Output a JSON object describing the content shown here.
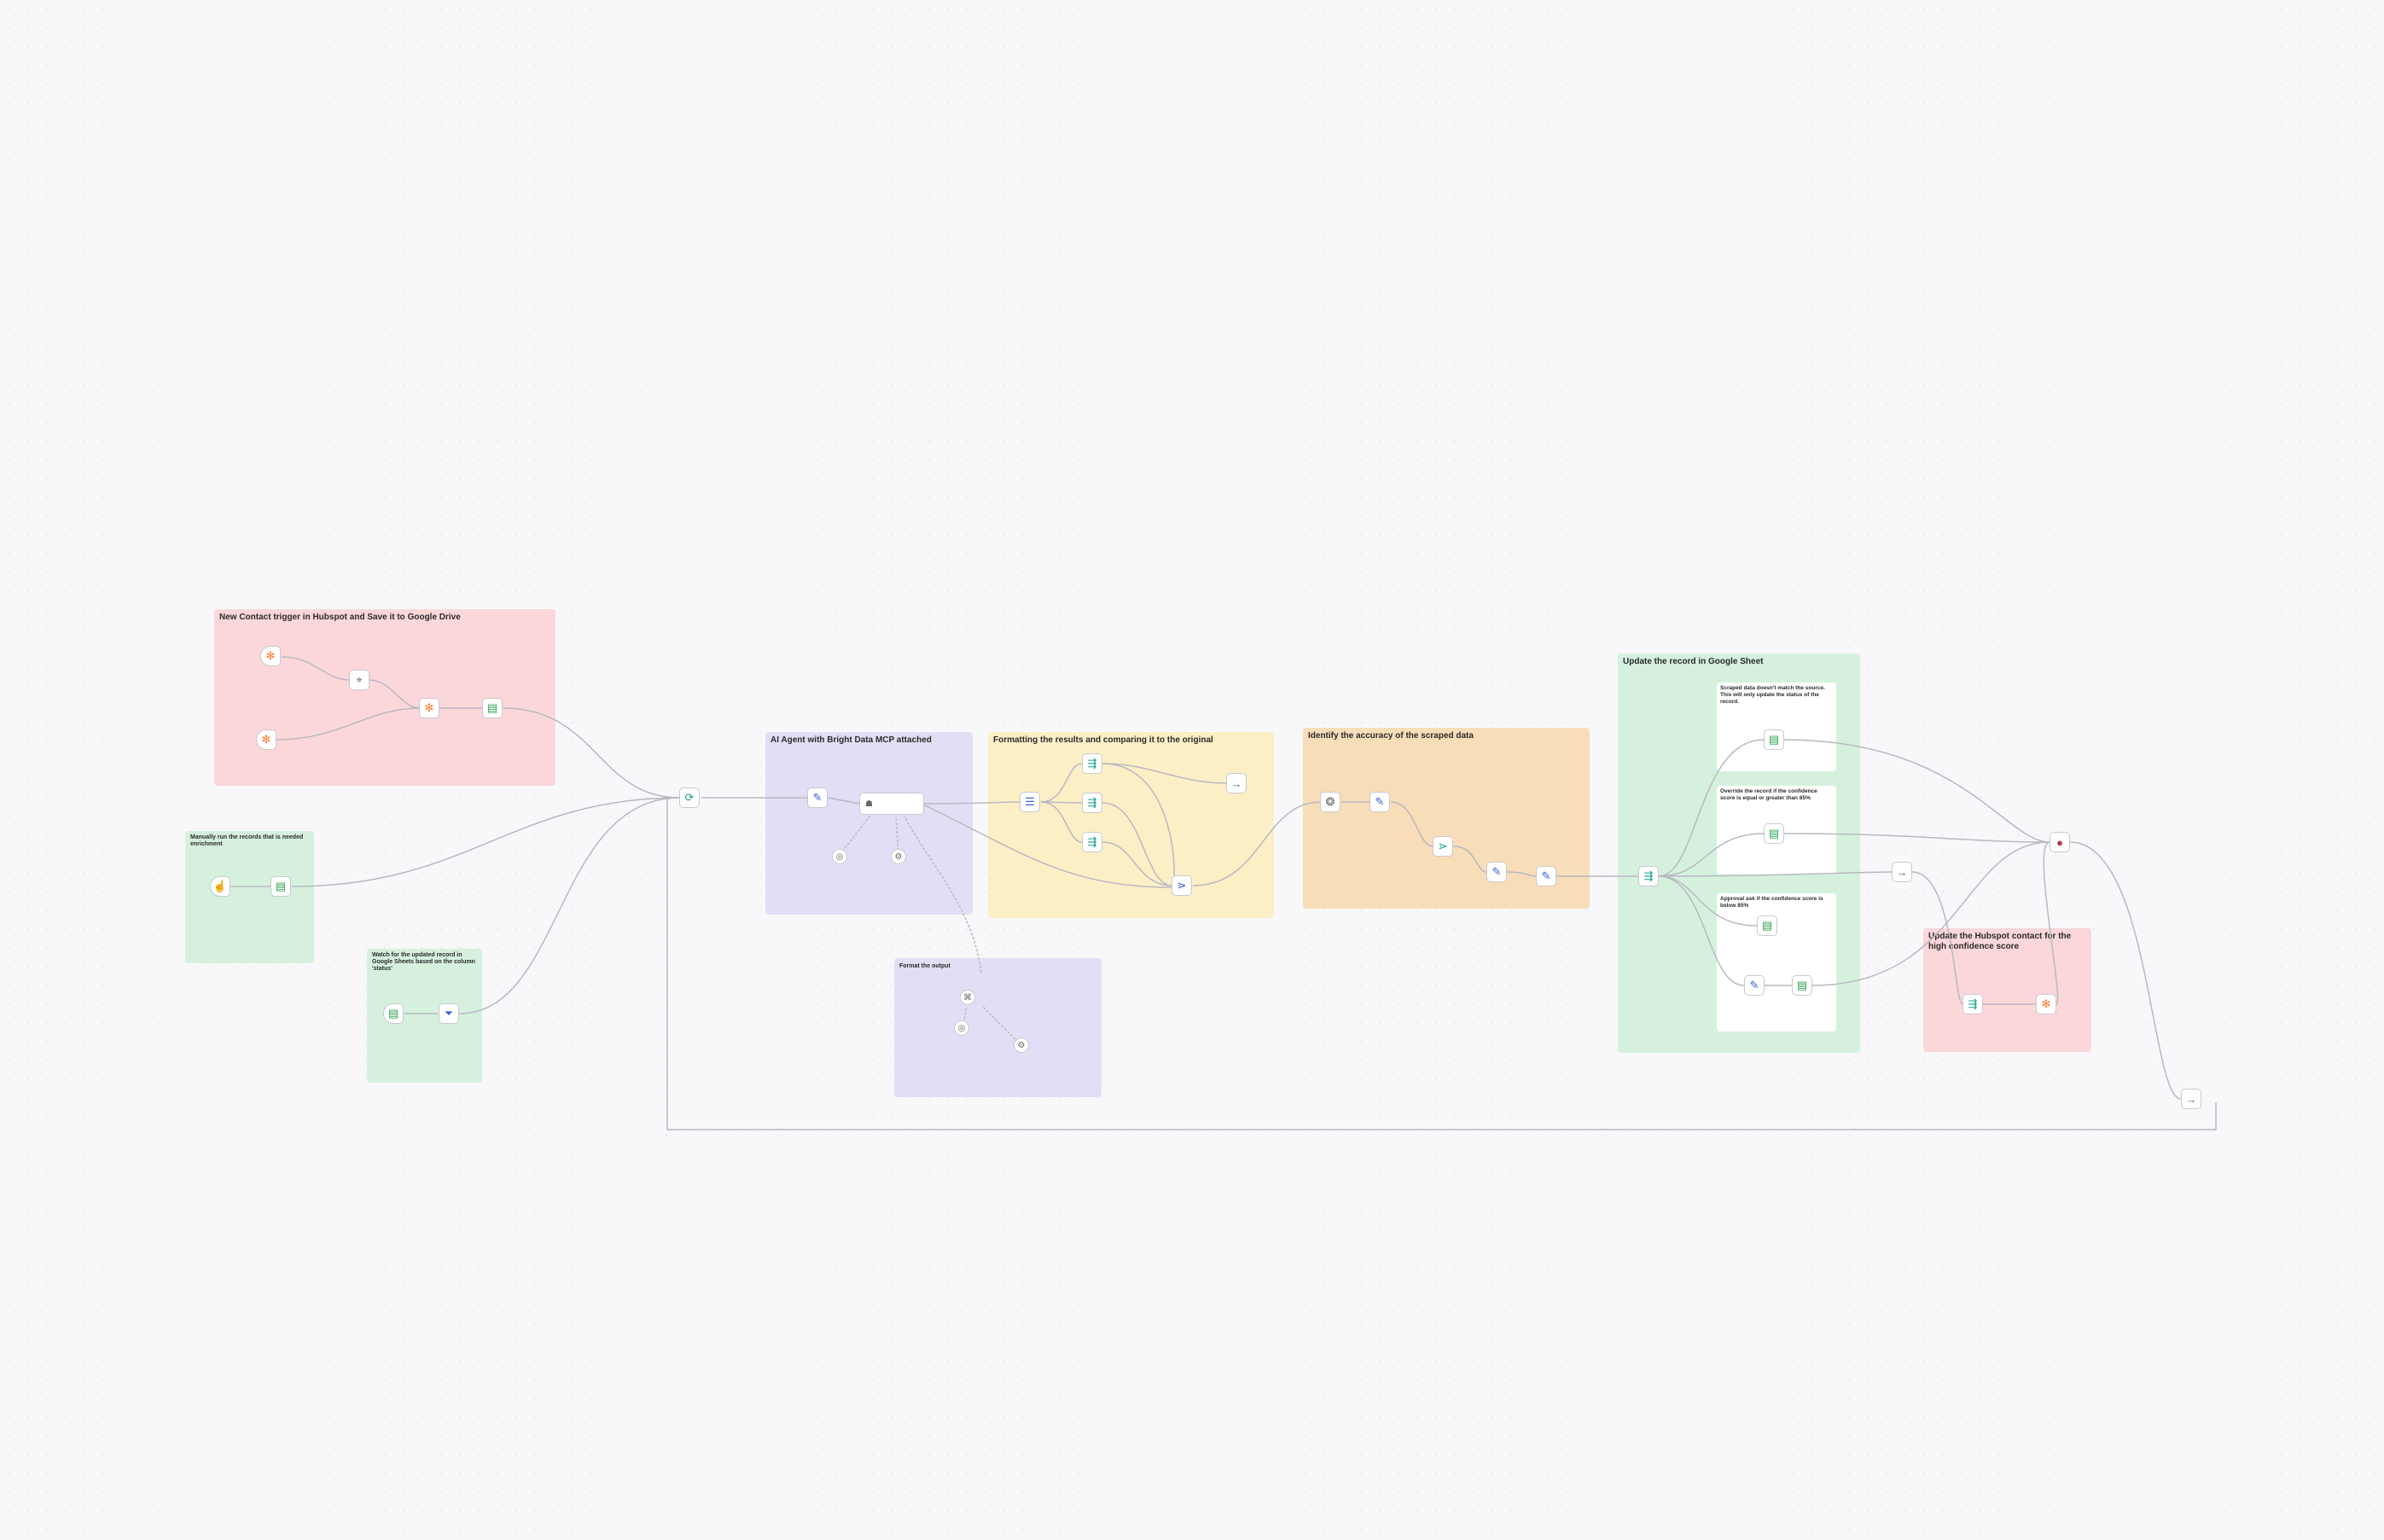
{
  "colors": {
    "canvas": "#f8f8fa",
    "pink": "#fbd7d9",
    "green": "#d5f1de",
    "lavender": "#e3def5",
    "yellow": "#fcefc6",
    "orange": "#f8ddb9",
    "edge": "#b8b8c0"
  },
  "stickies": {
    "hubspot_trigger": {
      "title": "New Contact trigger in Hubspot and Save it to Google Drive"
    },
    "manual_run": {
      "title": "Manually run the records that is needed enrichment"
    },
    "watch_sheet": {
      "title": "Watch for the updated record in Google Sheets based on the column 'status'",
      "subtitle": ""
    },
    "ai_agent": {
      "title": "AI Agent with Bright Data MCP attached",
      "subtitle": ""
    },
    "formatting": {
      "title": "Formatting the results and comparing it to the original"
    },
    "accuracy": {
      "title": "Identify the accuracy of the scraped data",
      "subtitle": ""
    },
    "parse_output": {
      "title": "Format the output"
    },
    "update_sheet": {
      "title": "Update the record in Google Sheet"
    },
    "scraped_mismatch": {
      "title": "Scraped data doesn't match the source. This will only update the status of the record."
    },
    "override": {
      "title": "Override the record if the confidence score is equal or greater than 85%"
    },
    "approval": {
      "title": "Approval ask if the confidence score is below 85%"
    },
    "update_hubspot": {
      "title": "Update the Hubspot contact for the high confidence score"
    }
  },
  "nodes": {
    "hubspot_trigger": "",
    "hubspot_trigger_sub": "",
    "n8n_node": "",
    "hubspot_node": "",
    "hubspot_node_sub": "",
    "set_fields": "",
    "sheet_append": "",
    "sheet_append_sub": "",
    "manual_trigger": "",
    "sheet_get": "",
    "sheet_get_sub": "",
    "sheet_trigger": "",
    "sheet_trigger_sub": "",
    "filter": "",
    "loop": "",
    "edit_agent": "",
    "edit_agent_sub": "",
    "ai_agent": "",
    "chat_model": "",
    "mcp_tool": "",
    "code1": "",
    "sheet_a": "",
    "sheet_b": "",
    "sheet_c": "",
    "merge": "",
    "no_op": "",
    "openai": "",
    "edit_acc": "",
    "edit_acc_sub": "",
    "if_acc": "",
    "edit_b": "",
    "edit_c": "",
    "switch": "",
    "sheet_mismatch": "",
    "sheet_mismatch_sub": "",
    "sheet_override": "",
    "sheet_override_sub": "",
    "sheet_approval": "",
    "sheet_approval_sub": "",
    "edit_approval": "",
    "sheet_approval2": "",
    "noop2": "",
    "hubspot_update": "",
    "hubspot_update_sub": "",
    "sheet_hubspot": "",
    "merge_end": "",
    "noop_end": "",
    "parser_model": "",
    "parser": "",
    "parser_sub": ""
  }
}
